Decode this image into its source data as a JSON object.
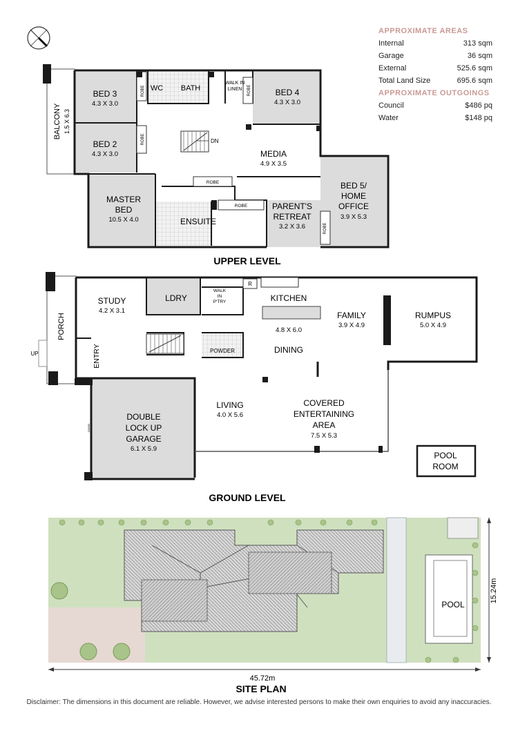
{
  "areas": {
    "heading": "APPROXIMATE AREAS",
    "rows": [
      {
        "label": "Internal",
        "value": "313 sqm"
      },
      {
        "label": "Garage",
        "value": "36 sqm"
      },
      {
        "label": "External",
        "value": "525.6 sqm"
      },
      {
        "label": "Total Land Size",
        "value": "695.6 sqm"
      }
    ],
    "outgoings_heading": "APPROXIMATE OUTGOINGS",
    "outgoings": [
      {
        "label": "Council",
        "value": "$486 pq"
      },
      {
        "label": "Water",
        "value": "$148 pq"
      }
    ]
  },
  "upper": {
    "title": "UPPER LEVEL",
    "bed3": {
      "name": "BED 3",
      "dim": "4.3 X 3.0"
    },
    "bed2": {
      "name": "BED 2",
      "dim": "4.3 X 3.0"
    },
    "bed4": {
      "name": "BED 4",
      "dim": "4.3 X 3.0"
    },
    "balcony": {
      "name": "BALCONY",
      "dim": "1.5 X 6.3"
    },
    "wc": "WC",
    "bath": "BATH",
    "walkin_linen_1": "WALK IN",
    "walkin_linen_2": "LINEN",
    "robe": "ROBE",
    "dn": "DN",
    "media": {
      "name": "MEDIA",
      "dim": "4.9 X 3.5"
    },
    "master1": "MASTER",
    "master2": "BED",
    "master_dim": "10.5 X 4.0",
    "ensuite": "ENSUITE",
    "parents1": "PARENT'S",
    "parents2": "RETREAT",
    "parents_dim": "3.2 X 3.6",
    "bed5_1": "BED 5/",
    "bed5_2": "HOME",
    "bed5_3": "OFFICE",
    "bed5_dim": "3.9 X 5.3"
  },
  "ground": {
    "title": "GROUND LEVEL",
    "study": {
      "name": "STUDY",
      "dim": "4.2 X 3.1"
    },
    "ldry": "LDRY",
    "walkin_1": "WALK",
    "walkin_2": "IN",
    "walkin_3": "P'TRY",
    "r": "R",
    "kitchen": "KITCHEN",
    "kitchen_dim": "4.8 X 6.0",
    "family": {
      "name": "FAMILY",
      "dim": "3.9 X 4.9"
    },
    "rumpus": {
      "name": "RUMPUS",
      "dim": "5.0 X 4.9"
    },
    "porch": "PORCH",
    "up": "UP",
    "entry": "ENTRY",
    "powder": "POWDER",
    "dining": "DINING",
    "garage1": "DOUBLE",
    "garage2": "LOCK UP",
    "garage3": "GARAGE",
    "garage_dim": "6.1 X 5.9",
    "living": {
      "name": "LIVING",
      "dim": "4.0 X 5.6"
    },
    "covered1": "COVERED",
    "covered2": "ENTERTAINING",
    "covered3": "AREA",
    "covered_dim": "7.5 X 5.3",
    "pool_room1": "POOL",
    "pool_room2": "ROOM",
    "door_small": "DOOR"
  },
  "site": {
    "title": "SITE PLAN",
    "width": "45.72m",
    "depth": "15.24m",
    "pool": "POOL"
  },
  "disclaimer": "Disclaimer: The dimensions in this document are reliable. However, we advise interested persons to make their own enquiries to avoid any inaccuracies.",
  "colors": {
    "room_fill": "#dcdcdc",
    "wall": "#1a1a1a",
    "accent": "#c99a95",
    "lawn": "#cfe0bf",
    "paving": "#e6d8d2"
  }
}
